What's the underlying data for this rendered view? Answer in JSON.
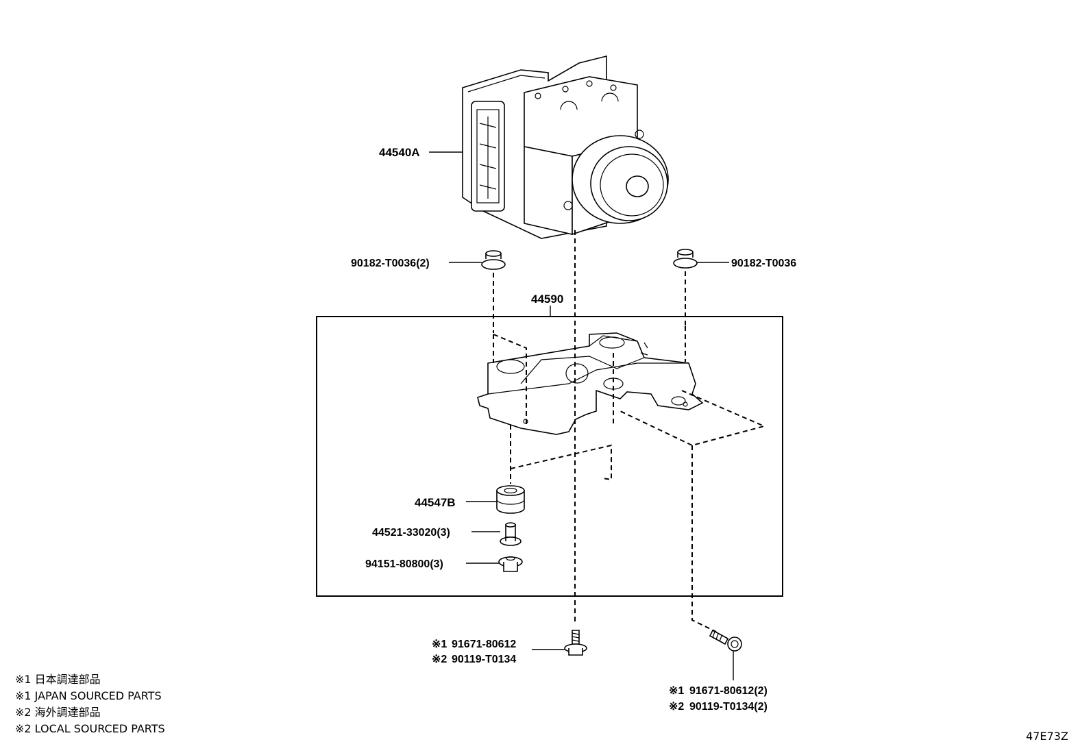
{
  "parts": {
    "abs_actuator": "44540A",
    "bracket_assy": "44590",
    "bolt_left": "90182-T0036(2)",
    "bolt_right": "90182-T0036",
    "cushion": "44547B",
    "collar": "44521-33020(3)",
    "nut": "94151-80800(3)",
    "lower_bolt_1_mark": "※1",
    "lower_bolt_1": "91671-80612",
    "lower_bolt_2_mark": "※2",
    "lower_bolt_2": "90119-T0134",
    "right_bolt_1_mark": "※1",
    "right_bolt_1": "91671-80612(2)",
    "right_bolt_2_mark": "※2",
    "right_bolt_2": "90119-T0134(2)"
  },
  "notes": [
    "※1 日本調達部品",
    "※1 JAPAN SOURCED PARTS",
    "※2 海外調達部品",
    "※2 LOCAL SOURCED PARTS"
  ],
  "figure_id": "47E73Z",
  "icons": {
    "actuator": "abs-actuator-pump-icon",
    "bracket": "mounting-bracket-icon",
    "bolt": "flange-bolt-icon",
    "cushion": "rubber-cushion-icon",
    "collar": "collar-sleeve-icon",
    "nut": "flange-nut-icon"
  },
  "colors": {
    "ink": "#000000",
    "paper": "#ffffff"
  }
}
